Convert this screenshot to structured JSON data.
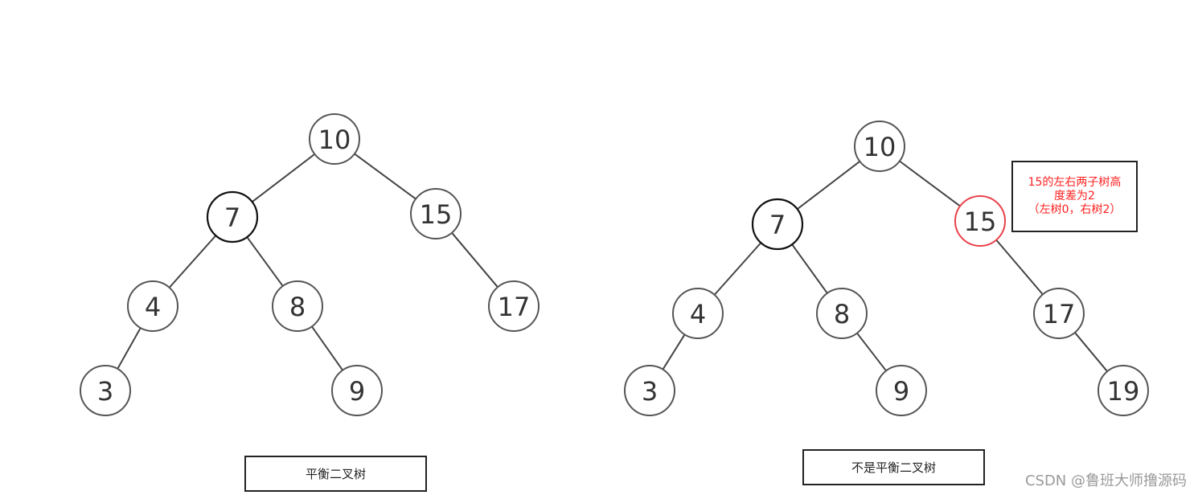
{
  "trees": [
    {
      "nodes": [
        {
          "id": "l10",
          "label": "10"
        },
        {
          "id": "l7",
          "label": "7",
          "style": "dark"
        },
        {
          "id": "l15",
          "label": "15"
        },
        {
          "id": "l4",
          "label": "4"
        },
        {
          "id": "l8",
          "label": "8"
        },
        {
          "id": "l17",
          "label": "17"
        },
        {
          "id": "l3",
          "label": "3"
        },
        {
          "id": "l9",
          "label": "9"
        }
      ],
      "edges": [
        [
          "l10",
          "l7"
        ],
        [
          "l10",
          "l15"
        ],
        [
          "l7",
          "l4"
        ],
        [
          "l7",
          "l8"
        ],
        [
          "l15",
          "l17"
        ],
        [
          "l4",
          "l3"
        ],
        [
          "l8",
          "l9"
        ]
      ],
      "caption": "平衡二叉树"
    },
    {
      "nodes": [
        {
          "id": "r10",
          "label": "10"
        },
        {
          "id": "r7",
          "label": "7",
          "style": "dark"
        },
        {
          "id": "r15",
          "label": "15",
          "style": "red"
        },
        {
          "id": "r4",
          "label": "4"
        },
        {
          "id": "r8",
          "label": "8"
        },
        {
          "id": "r17",
          "label": "17"
        },
        {
          "id": "r3",
          "label": "3"
        },
        {
          "id": "r9",
          "label": "9"
        },
        {
          "id": "r19",
          "label": "19"
        }
      ],
      "edges": [
        [
          "r10",
          "r7"
        ],
        [
          "r10",
          "r15"
        ],
        [
          "r7",
          "r4"
        ],
        [
          "r7",
          "r8"
        ],
        [
          "r15",
          "r17"
        ],
        [
          "r4",
          "r3"
        ],
        [
          "r8",
          "r9"
        ],
        [
          "r17",
          "r19"
        ]
      ],
      "caption": "不是平衡二叉树"
    }
  ],
  "note": {
    "lines": [
      "15的左右两子树高",
      "度差为2",
      "（左树0，右树2）"
    ],
    "color": "#ff2020"
  },
  "watermark": "CSDN @鲁班大师撸源码"
}
